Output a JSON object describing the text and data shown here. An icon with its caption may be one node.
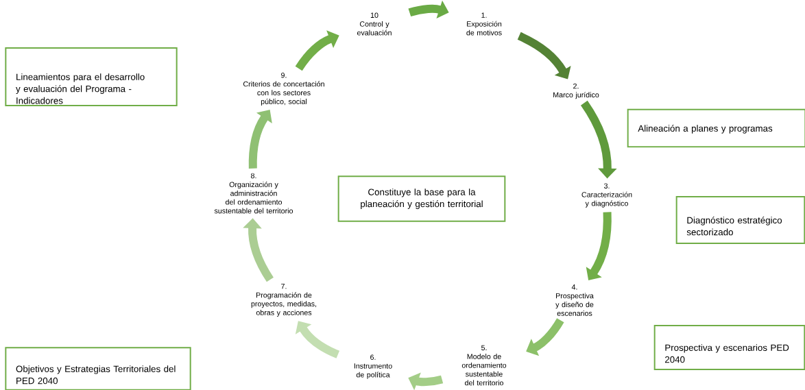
{
  "diagram": {
    "nodes": [
      {
        "text": [
          "1.",
          "Exposición de motivos"
        ]
      },
      {
        "text": [
          "2.",
          "Marco jurídico"
        ]
      },
      {
        "text": [
          "3.",
          "Caracterización y diagnóstico"
        ]
      },
      {
        "text": [
          "4.",
          "Prospectiva y diseño de escenarios"
        ]
      },
      {
        "text": [
          "5.",
          "Modelo de ordenamiento sustentable del territorio"
        ]
      },
      {
        "text": [
          "6.",
          "Instrumento de política"
        ]
      },
      {
        "text": [
          "7.",
          "Programación de proyectos, medidas, obras y acciones"
        ]
      },
      {
        "text": [
          "8.",
          "Organización y administración del ordenamiento sustentable del territorio"
        ]
      },
      {
        "text": [
          "9.",
          "Criterios de concertación con los sectores público, social"
        ]
      },
      {
        "text": [
          "10",
          "Control y evaluación"
        ]
      },
      {
        "text": [
          "Lineamientos para el desarrollo y evaluación del Programa - Indicadores"
        ]
      },
      {
        "text": [
          "Alineación a planes y programas"
        ]
      },
      {
        "text": [
          "Constituye la base para la planeación y gestión territorial"
        ]
      },
      {
        "text": [
          "Diagnóstico estratégico sectorizado"
        ]
      },
      {
        "text": [
          "Prospectiva y escenarios PED 2040"
        ]
      },
      {
        "text": [
          "Objetivos y Estrategias Territoriales del PED 2040"
        ]
      }
    ],
    "edges": [
      {
        "from": 9,
        "to": 0,
        "arrow": "to",
        "color": "#6aaa45"
      },
      {
        "from": 0,
        "to": 1,
        "arrow": "to",
        "color": "#548235"
      },
      {
        "from": 1,
        "to": 2,
        "arrow": "to",
        "color": "#5f9a3c"
      },
      {
        "from": 2,
        "to": 3,
        "arrow": "to",
        "color": "#72ae48"
      },
      {
        "from": 3,
        "to": 4,
        "arrow": "to",
        "color": "#8cc069"
      },
      {
        "from": 4,
        "to": 5,
        "arrow": "to",
        "color": "#a3cd87"
      },
      {
        "from": 5,
        "to": 6,
        "arrow": "to",
        "color": "#c3deb1"
      },
      {
        "from": 6,
        "to": 7,
        "arrow": "to",
        "color": "#abcd93"
      },
      {
        "from": 7,
        "to": 8,
        "arrow": "to",
        "color": "#8fc073"
      },
      {
        "from": 8,
        "to": 9,
        "arrow": "to",
        "color": "#72ae48"
      }
    ]
  }
}
